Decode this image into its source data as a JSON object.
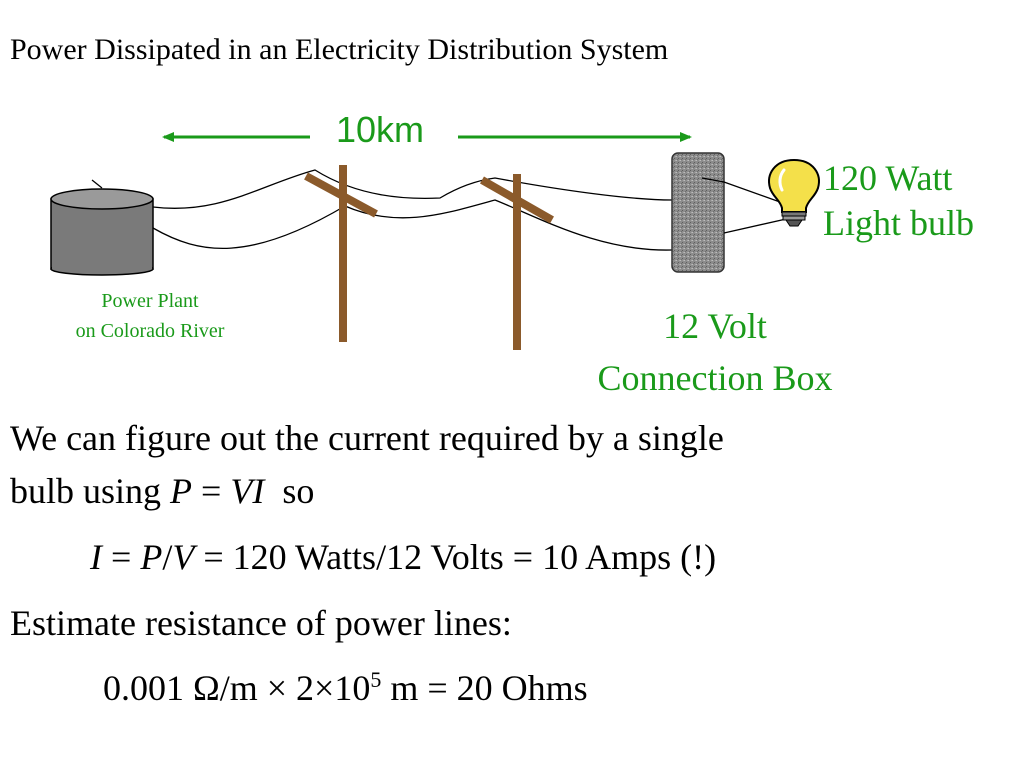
{
  "slide": {
    "title": "Power Dissipated in an Electricity Distribution System"
  },
  "diagram": {
    "distance_label": "10km",
    "power_plant_label_line1": "Power Plant",
    "power_plant_label_line2": "on Colorado River",
    "bulb_label_line1": "120 Watt",
    "bulb_label_line2": "Light bulb",
    "box_label_line1": "12 Volt",
    "box_label_line2": "Connection Box",
    "colors": {
      "label_green": "#1a9a1a",
      "pole_brown": "#8b5a2b",
      "plant_gray": "#7a7a7a",
      "box_gray": "#8c8c8c",
      "wire": "#000000",
      "bulb_yellow": "#f4e04a"
    },
    "icons": [
      "power-plant-icon",
      "utility-pole-icon",
      "connection-box-icon",
      "light-bulb-icon"
    ]
  },
  "body": {
    "line1": "We can figure out the current required by a single",
    "line2_text": "bulb using",
    "line2_formula_p": "P",
    "line2_formula_eq": " = ",
    "line2_formula_vi": "VI",
    "line2_suffix": "  so",
    "eq1_i": "I",
    "eq1_eq": " = ",
    "eq1_p": "P",
    "eq1_slash": "/",
    "eq1_v": "V",
    "eq1_rest": " = 120 Watts/12 Volts = 10 Amps (!)",
    "line4": "Estimate resistance of power lines:",
    "eq2_main": "0.001 Ω/m × 2×10",
    "eq2_exp": "5",
    "eq2_rest": " m = 20 Ohms"
  }
}
